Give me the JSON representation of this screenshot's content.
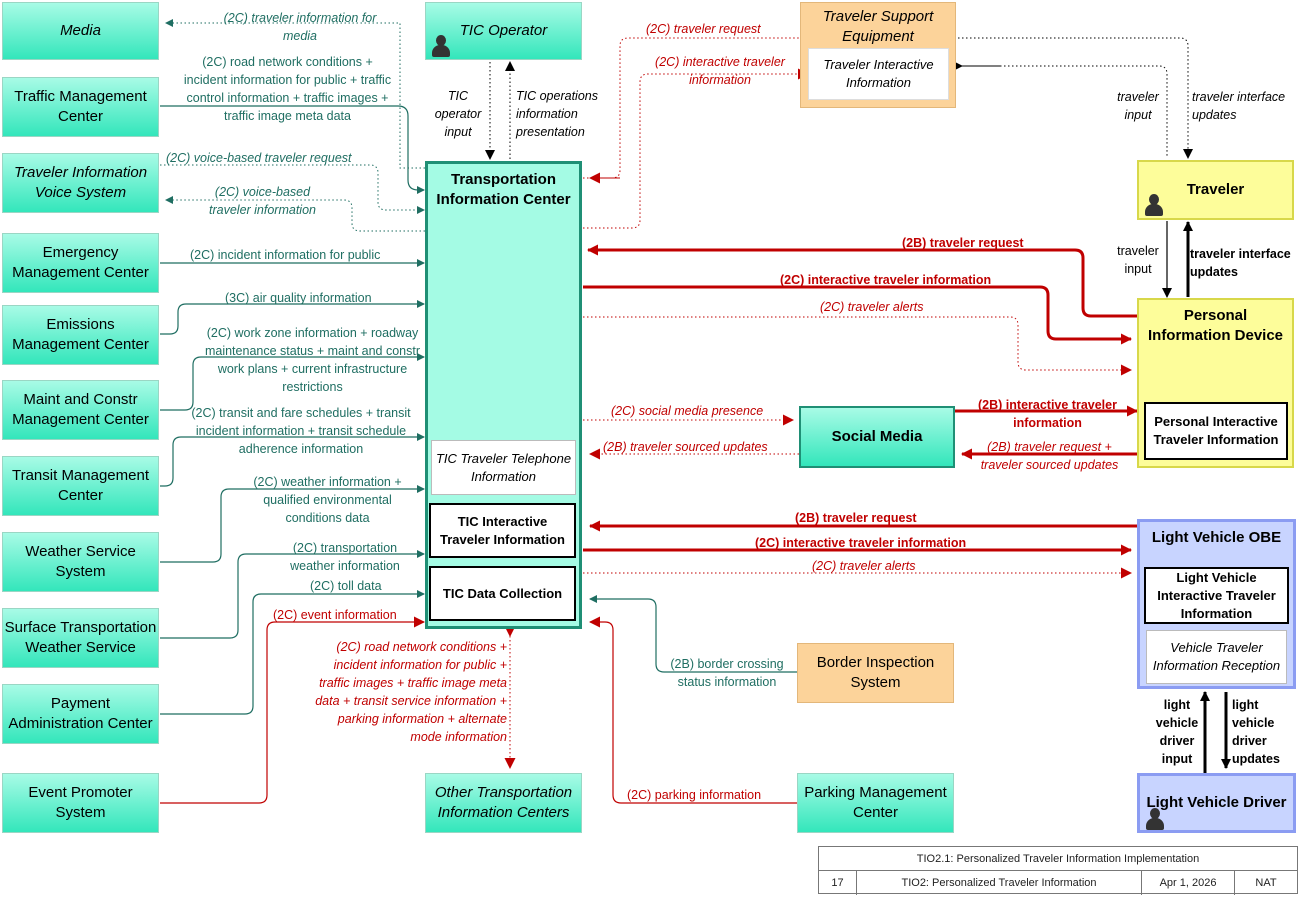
{
  "nodes": {
    "media": "Media",
    "traffic_mgmt": "Traffic Management Center",
    "voice_system": "Traveler Information Voice System",
    "emergency": "Emergency Management Center",
    "emissions": "Emissions Management Center",
    "maint": "Maint and Constr Management Center",
    "transit": "Transit Management Center",
    "weather_svc": "Weather Service System",
    "surface_wx": "Surface Transportation Weather Service",
    "payment": "Payment Administration Center",
    "event": "Event Promoter System",
    "tic_operator": "TIC Operator",
    "tic": "Transportation Information Center",
    "tic_telephone": "TIC Traveler Telephone Information",
    "tic_interactive": "TIC Interactive Traveler Information",
    "tic_data": "TIC Data Collection",
    "other_tic": "Other Transportation Information Centers",
    "support_equipment": "Traveler Support Equipment",
    "support_interactive": "Traveler Interactive Information",
    "traveler": "Traveler",
    "pid": "Personal Information Device",
    "pid_interactive": "Personal Interactive Traveler Information",
    "social_media": "Social Media",
    "lv_obe": "Light Vehicle OBE",
    "lv_interactive": "Light Vehicle Interactive Traveler Information",
    "lv_reception": "Vehicle Traveler Information Reception",
    "lv_driver": "Light Vehicle Driver",
    "border": "Border Inspection System",
    "parking": "Parking Management Center"
  },
  "flows": {
    "media_info": "(2C) traveler information for media",
    "tmc_info": "(2C) road network conditions + incident information for public + traffic control information + traffic images + traffic image meta data",
    "voice_request": "(2C) voice-based traveler request",
    "voice_info": "(2C) voice-based traveler information",
    "emergency_info": "(2C) incident information for public",
    "air_quality": "(3C) air quality information",
    "maint_info": "(2C) work zone information + roadway maintenance status + maint and constr work plans + current infrastructure restrictions",
    "transit_info": "(2C) transit and fare schedules + transit incident information + transit schedule adherence information",
    "weather_info": "(2C) weather information + qualified environmental conditions data",
    "surface_wx_info": "(2C) transportation weather information",
    "toll_data": "(2C) toll data",
    "event_info": "(2C) event information",
    "operator_input": "TIC operator input",
    "operations_presentation": "TIC operations information presentation",
    "support_request": "(2C) traveler request",
    "support_interactive": "(2C) interactive traveler information",
    "traveler_input_1": "traveler input",
    "traveler_updates_1": "traveler interface updates",
    "traveler_input_2": "traveler input",
    "traveler_updates_2": "traveler interface updates",
    "pid_request": "(2B) traveler request",
    "pid_interactive": "(2C) interactive traveler information",
    "pid_alerts": "(2C) traveler alerts",
    "social_presence": "(2C) social media presence",
    "social_updates": "(2B) traveler sourced updates",
    "social_pid_interactive": "(2B) interactive traveler information",
    "social_pid_request": "(2B) traveler request + traveler sourced updates",
    "lv_request": "(2B) traveler request",
    "lv_interactive": "(2C) interactive traveler information",
    "lv_alerts": "(2C) traveler alerts",
    "other_tic_info": "(2C) road network conditions + incident information for public + traffic images + traffic image meta data + transit service information + parking information + alternate mode information",
    "border_info": "(2B) border crossing status information",
    "parking_info": "(2C) parking information",
    "driver_input": "light vehicle driver input",
    "driver_updates": "light vehicle driver updates"
  },
  "footer": {
    "title": "TIO2.1: Personalized Traveler Information Implementation",
    "page": "17",
    "subtitle": "TIO2: Personalized Traveler Information",
    "date": "Apr 1, 2026",
    "code": "NAT"
  }
}
